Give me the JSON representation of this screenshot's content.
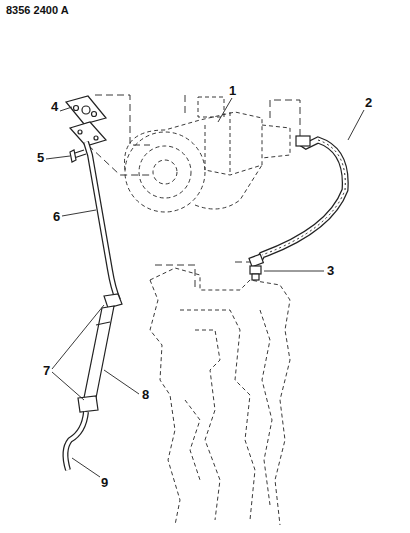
{
  "diagram": {
    "labels": [
      "8356 2400 A",
      "1",
      "2",
      "3",
      "4",
      "5",
      "6",
      "7",
      "8",
      "9"
    ]
  }
}
